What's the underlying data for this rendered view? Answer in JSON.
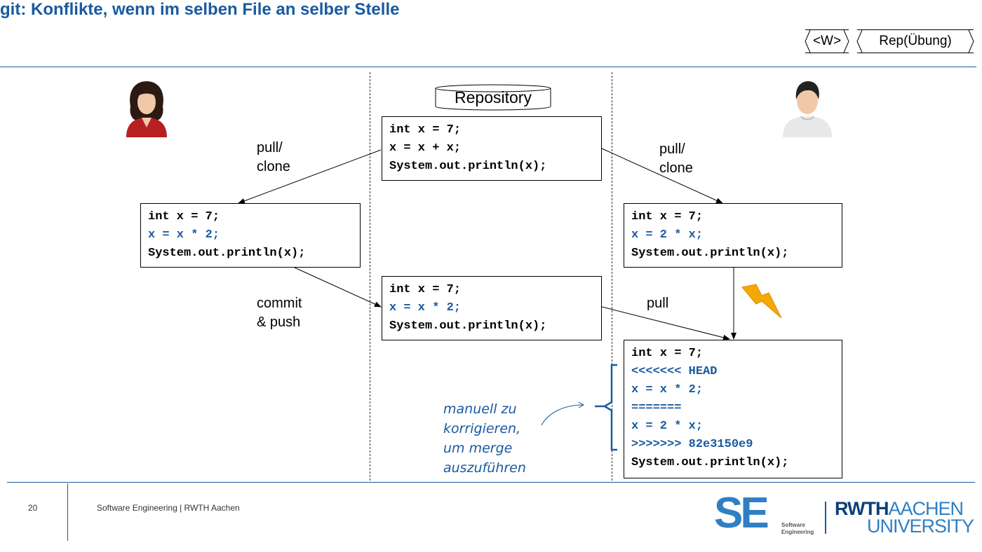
{
  "slide": {
    "title": "git: Konflikte, wenn im selben File an selber Stelle",
    "tags": [
      "<W>",
      "Rep(Übung)"
    ]
  },
  "repository": {
    "label": "Repository"
  },
  "boxes": {
    "repo_top": [
      "int x = 7;",
      "x = x + x;",
      "System.out.println(x);"
    ],
    "left": [
      "int x = 7;",
      "x = x * 2;",
      "System.out.println(x);"
    ],
    "repo_mid": [
      "int x = 7;",
      "x = x * 2;",
      "System.out.println(x);"
    ],
    "right": [
      "int x = 7;",
      "x = 2 * x;",
      "System.out.println(x);"
    ],
    "conflict": [
      "int x = 7;",
      "<<<<<<< HEAD",
      "x = x * 2;",
      "=======",
      "x = 2 * x;",
      ">>>>>>> 82e3150e9",
      "System.out.println(x);"
    ]
  },
  "labels": {
    "pull_clone_left": [
      "pull/",
      "clone"
    ],
    "pull_clone_right": [
      "pull/",
      "clone"
    ],
    "commit_push": [
      "commit",
      "& push"
    ],
    "pull": "pull"
  },
  "note": [
    "manuell zu",
    "korrigieren,",
    "um merge",
    "auszuführen"
  ],
  "footer": {
    "page_number": "20",
    "text": "Software Engineering  |  RWTH Aachen",
    "logo_se": {
      "letters": "SE",
      "line1": "Software",
      "line2": "Engineering"
    },
    "logo_rwth": {
      "line1_bold": "RWTH",
      "line1": "AACHEN",
      "line2": "UNIVERSITY"
    }
  },
  "colors": {
    "accent": "#1a5aa0",
    "logo_light_blue": "#2f7fc4",
    "lightning": "#f5a800"
  }
}
